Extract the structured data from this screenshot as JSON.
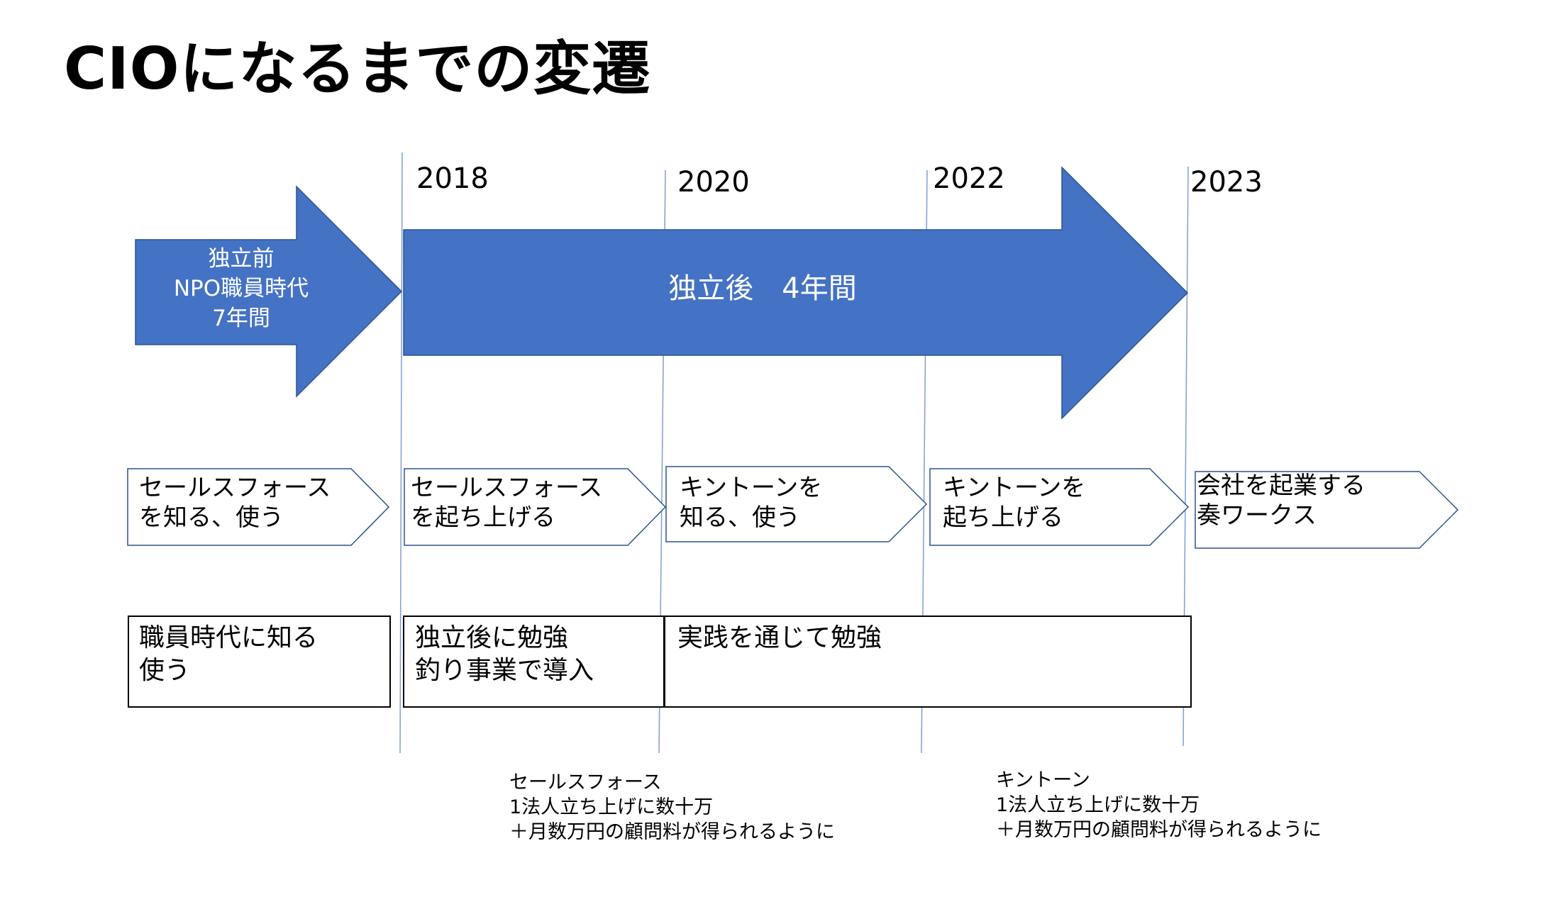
{
  "title": "CIOになるまでの変遷",
  "colors": {
    "arrow_fill": "#4472C4",
    "arrow_stroke": "#2F528F",
    "guide_line": "#7F9FD0",
    "text": "#000000",
    "arrow_text": "#FFFFFF"
  },
  "years": [
    "2018",
    "2020",
    "2022",
    "2023"
  ],
  "big_arrows": {
    "before": [
      "独立前",
      "NPO職員時代",
      "7年間"
    ],
    "after": "独立後　4年間"
  },
  "chevrons": [
    [
      "セールスフォース",
      "を知る、使う"
    ],
    [
      "セールスフォース",
      "を起ち上げる"
    ],
    [
      " キントーンを",
      " 知る、使う"
    ],
    [
      "キントーンを",
      "起ち上げる"
    ],
    [
      "会社を起業する",
      "奏ワークス"
    ]
  ],
  "boxes": [
    [
      "職員時代に知る",
      "使う"
    ],
    [
      "独立後に勉強",
      "釣り事業で導入"
    ],
    [
      "実践を通じて勉強"
    ]
  ],
  "notes": [
    [
      "セールスフォース",
      "1法人立ち上げに数十万",
      "＋月数万円の顧問料が得られるように"
    ],
    [
      "キントーン",
      "1法人立ち上げに数十万",
      "＋月数万円の顧問料が得られるように"
    ]
  ]
}
